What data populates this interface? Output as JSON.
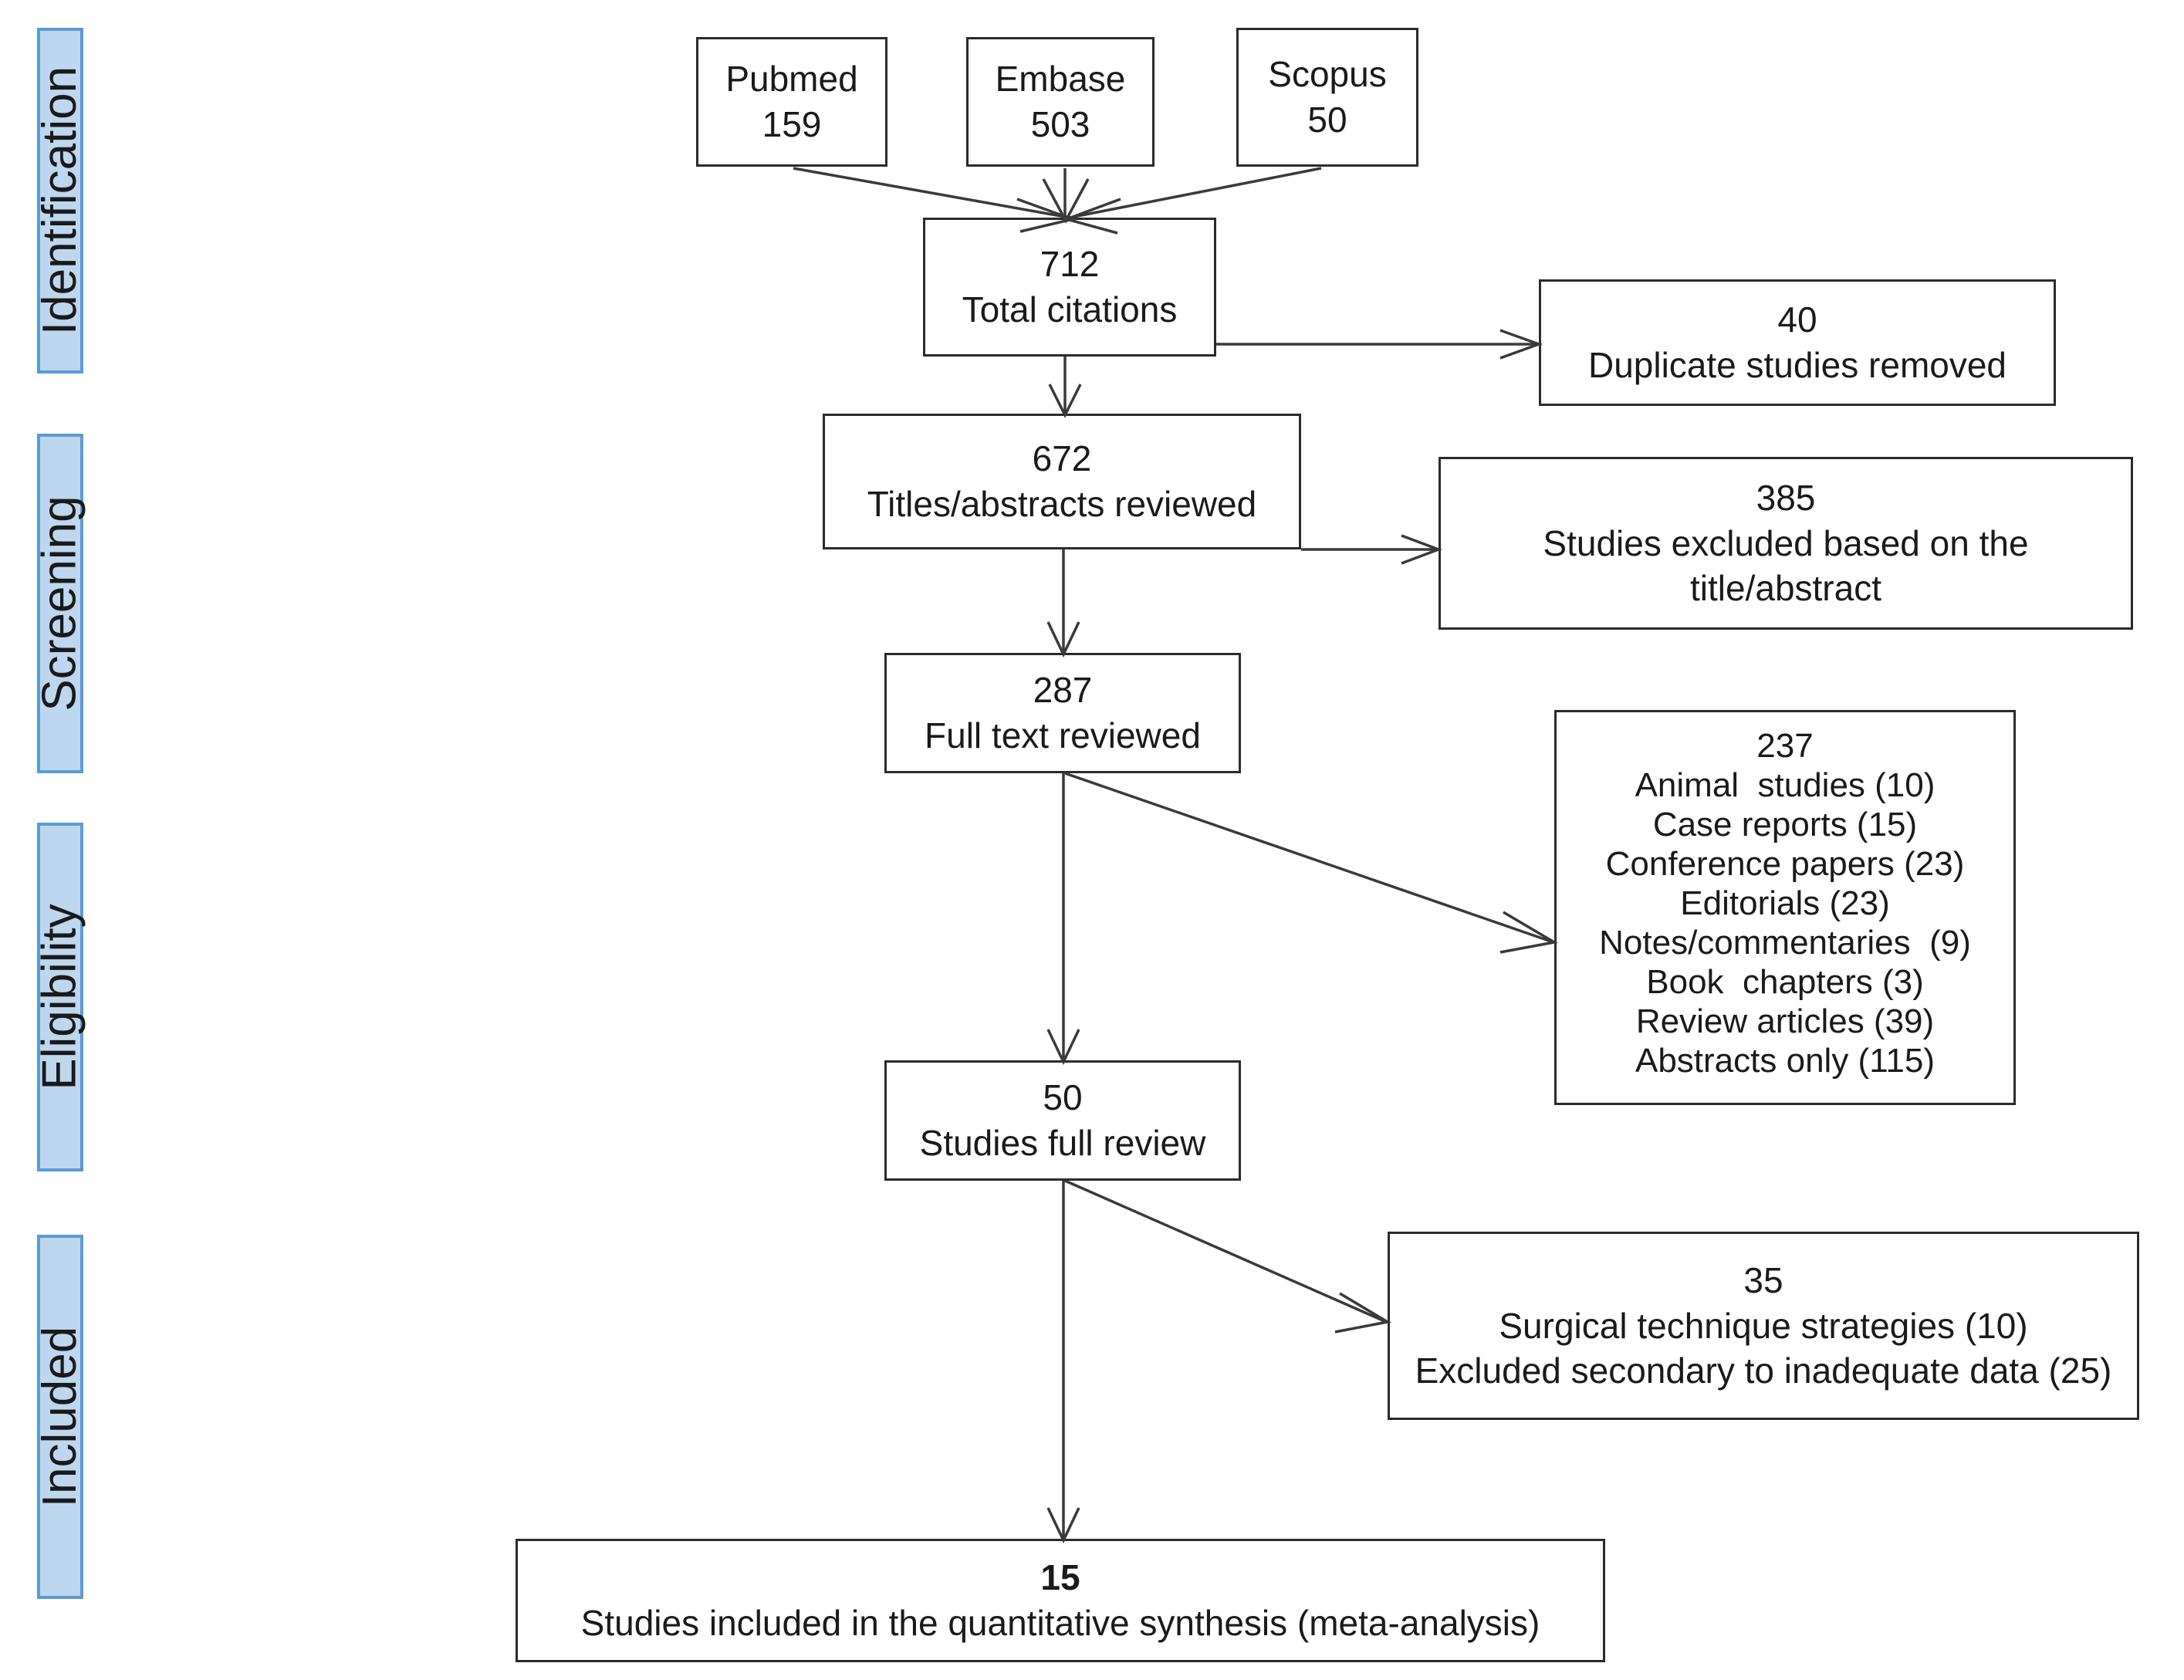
{
  "diagram": {
    "type": "prisma-flow-diagram",
    "title": "PRISMA study selection flow diagram",
    "accent_color": "#bdd7ee",
    "accent_border_color": "#5b9bd5",
    "box_border_color": "#2b2b2b",
    "arrow_color": "#3a3a3a",
    "background_color": "#ffffff"
  },
  "phases": [
    {
      "id": "identification",
      "label": "Identification"
    },
    {
      "id": "screening",
      "label": "Screening"
    },
    {
      "id": "eligibility",
      "label": "Eligibility"
    },
    {
      "id": "included",
      "label": "Included"
    }
  ],
  "sources": [
    {
      "id": "pubmed",
      "name": "Pubmed",
      "count": "159"
    },
    {
      "id": "embase",
      "name": "Embase",
      "count": "503"
    },
    {
      "id": "scopus",
      "name": "Scopus",
      "count": "50"
    }
  ],
  "flow": {
    "total_citations": {
      "count": "712",
      "label": "Total citations"
    },
    "titles_abstracts_reviewed": {
      "count": "672",
      "label": "Titles/abstracts reviewed"
    },
    "full_text_reviewed": {
      "count": "287",
      "label": "Full text reviewed"
    },
    "studies_full_review": {
      "count": "50",
      "label": "Studies full review"
    },
    "included": {
      "count": "15",
      "label": "Studies included in the quantitative synthesis (meta-analysis)"
    }
  },
  "exclusions": {
    "duplicates": {
      "count": "40",
      "label": "Duplicate studies removed"
    },
    "title_abstract": {
      "count": "385",
      "line1": "Studies excluded based on the",
      "line2": "title/abstract"
    },
    "full_text": {
      "count": "237",
      "reasons": [
        "Animal  studies (10)",
        "Case reports (15)",
        "Conference papers (23)",
        "Editorials (23)",
        "Notes/commentaries  (9)",
        "Book  chapters (3)",
        "Review articles (39)",
        "Abstracts only (115)"
      ]
    },
    "final": {
      "count": "35",
      "line1": "Surgical technique strategies (10)",
      "line2": "Excluded secondary to inadequate data (25)"
    }
  }
}
